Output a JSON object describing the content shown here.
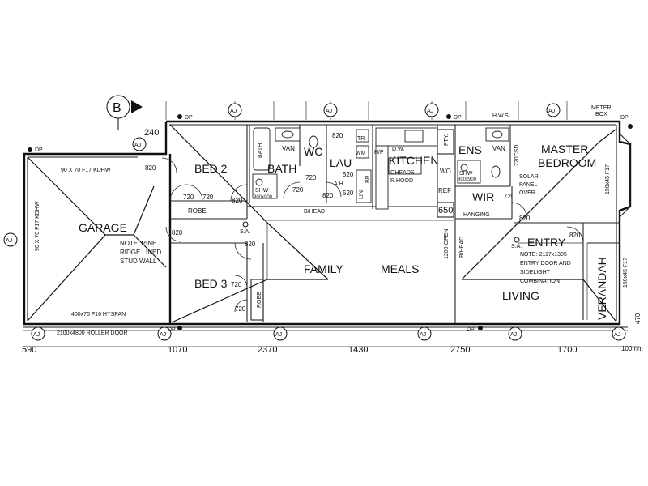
{
  "section_marker": "B",
  "rooms": {
    "garage": "GARAGE",
    "bed2": "BED 2",
    "bath": "BATH",
    "wc": "WC",
    "lau": "LAU",
    "kitchen": "KITCHEN",
    "ens": "ENS",
    "master1": "MASTER",
    "master2": "BEDROOM",
    "wir": "WIR",
    "bed3": "BED 3",
    "family": "FAMILY",
    "meals": "MEALS",
    "living": "LIVING",
    "entry": "ENTRY",
    "verandah": "VERANDAH"
  },
  "labels": {
    "robe_bed2": "ROBE",
    "robe_bed3": "ROBE",
    "bath_tub": "BATH",
    "van1": "VAN",
    "van2": "VAN",
    "shw1": "SHW",
    "shw1_size": "900x900",
    "shw2": "SHW",
    "shw2_size": "800x900",
    "tr": "TR",
    "wm": "WM",
    "lin": "LIN.",
    "br": "BR.",
    "hp": "H/P",
    "dw": "D.W.",
    "oheads": "OHEADS",
    "rhood": "R.HOOD",
    "pty": "PTY.",
    "wo": "WO",
    "ref": "REF",
    "hws": "H.W.S",
    "meter_box1": "METER",
    "meter_box2": "BOX",
    "csd": "720CSD",
    "solar1": "SOLAR",
    "solar2": "PANEL",
    "solar3": "OVER",
    "hanging": "HANGING",
    "bhead1": "B/HEAD",
    "bhead2": "B/HEAD",
    "open": "1200 OPEN",
    "kdhw_top": "90 X 70 F17 KDHW",
    "kdhw_side": "90 X 70 F17 KDHW",
    "f17": "190x45 F17",
    "f17b": "190x45 F17",
    "hyspan": "400x75 F16 HYSPAN",
    "roller": "2100x4800 ROLLER DOOR",
    "note_pine1": "NOTE: PINE",
    "note_pine2": "RIDGE LINED",
    "note_pine3": "STUD WALL",
    "note_entry1": "NOTE:-2117x1305",
    "note_entry2": "ENTRY DOOR AND",
    "note_entry3": "SIDELIGHT",
    "note_entry4": "COMBINATION",
    "sa1": "S.A.",
    "sa2": "S.A.",
    "ah": "A.H.",
    "dp": "DP",
    "aj": "AJ"
  },
  "dimensions": {
    "d240": "240",
    "d820_bath": "820",
    "d820_garage": "820",
    "d720_robe_a": "720",
    "d720_robe_b": "720",
    "d820_bed2": "820",
    "d820_bed2b": "820",
    "d720_bath": "720",
    "d720_bath2": "720",
    "d820_lau": "820",
    "d520a": "520",
    "d520b": "520",
    "d820_hall": "820",
    "d820_bed3": "820",
    "d720_bed3a": "720",
    "d720_bed3b": "720",
    "d720_wir": "720",
    "d650": "650",
    "d820_ens": "820",
    "d820_entry": "820",
    "d470": "470",
    "b590": "590",
    "b1070": "1070",
    "b2370": "2370",
    "b1430": "1430",
    "b2750": "2750",
    "b1700": "1700",
    "b100": "100mm"
  }
}
